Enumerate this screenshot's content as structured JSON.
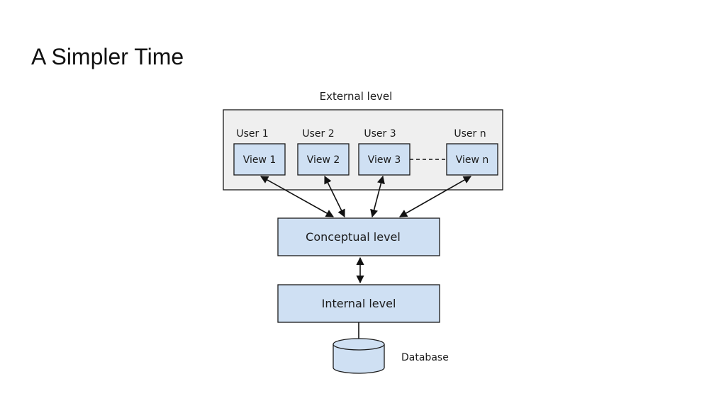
{
  "slide": {
    "title": "A Simpler Time"
  },
  "diagram": {
    "external_level_label": "External level",
    "users": [
      {
        "user": "User 1",
        "view": "View 1"
      },
      {
        "user": "User 2",
        "view": "View 2"
      },
      {
        "user": "User 3",
        "view": "View 3"
      },
      {
        "user": "User n",
        "view": "View n"
      }
    ],
    "conceptual_level_label": "Conceptual level",
    "internal_level_label": "Internal level",
    "database_label": "Database",
    "colors": {
      "box_fill": "#cfe0f3",
      "panel_fill": "#efefef",
      "stroke": "#1a1a1a"
    }
  }
}
